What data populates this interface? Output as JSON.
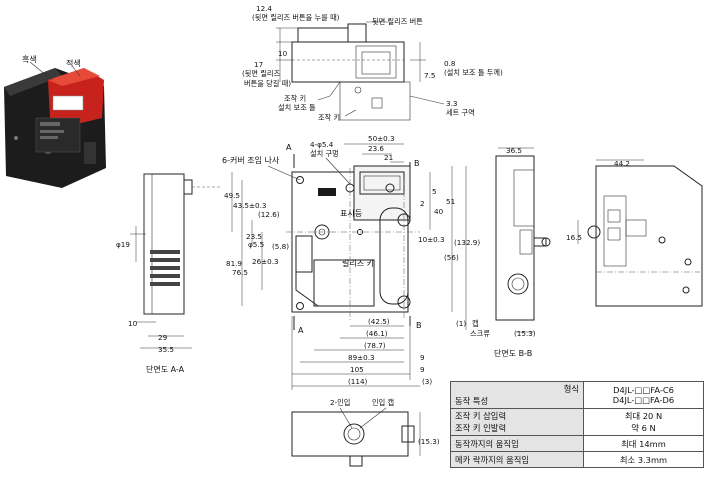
{
  "photo": {
    "label_black": "흑색",
    "label_red": "적색"
  },
  "top_view": {
    "dim_12_4": "12.4",
    "note_push": "(뒷면 릴리즈 버튼을 누를 때)",
    "rear_release_button": "뒷면 릴리즈 버튼",
    "dim_10": "10",
    "dim_17": "17",
    "note_pull_1": "(뒷면 릴리즈",
    "note_pull_2": "버튼을 당길 때)",
    "dim_0_8": "0.8",
    "note_plate_thickness": "(설치 보조 틀 두께)",
    "dim_7_5": "7.5",
    "key_plate_1": "조작 키",
    "key_plate_2": "설치 보조 틀",
    "operation_key": "조작 키",
    "dim_3_3": "3.3",
    "set_hole": "세트 구역"
  },
  "front_view": {
    "cover_screws": "6-커버 조임 나사",
    "mounting_holes_1": "4-φ5.4",
    "mounting_holes_2": "설치 구멍",
    "dim_50": "50±0.3",
    "dim_23_6": "23.6",
    "dim_21": "21",
    "dim_49_5": "49.5",
    "dim_43_5": "43.5±0.3",
    "dim_12_6": "(12.6)",
    "dim_23_5": "23.5",
    "dim_5_8": "(5.8)",
    "dim_9_5": "φ5.5",
    "dim_26": "26±0.3",
    "dim_81_9": "81.9",
    "dim_76_5": "76.5",
    "indicator": "표시등",
    "release_key": "릴리즈 키",
    "dim_5": "5",
    "dim_2": "2",
    "dim_40": "40",
    "dim_51": "51",
    "dim_10r": "10±0.3",
    "dim_56": "(56)",
    "dim_132_9": "(132.9)",
    "dim_42_5": "(42.5)",
    "dim_46_1": "(46.1)",
    "dim_78_7": "(78.7)",
    "dim_89": "89±0.3",
    "dim_105": "105",
    "dim_114": "(114)",
    "dim_9": "9",
    "dim_3": "(3)",
    "dim_1": "(1)",
    "cap_screw_1": "캡",
    "cap_screw_2": "스크류",
    "sec_A_top": "A",
    "sec_A_bot": "A",
    "sec_B_top": "B",
    "sec_B_bot": "B"
  },
  "section_aa": {
    "dim_19": "φ19",
    "dim_10": "10",
    "dim_29": "29",
    "dim_35_5": "35.5",
    "caption": "단면도 A-A"
  },
  "section_bb": {
    "dim_36_5": "36.5",
    "dim_15_3": "(15.3)",
    "caption": "단면도 B-B"
  },
  "right_view": {
    "dim_44_2": "44.2",
    "dim_16_5": "16.5"
  },
  "bottom_view": {
    "conduit": "2-인입",
    "cap": "인입 캡",
    "dim_15_3": "(15.3)"
  },
  "spec_table": {
    "type_label": "형식",
    "feature_label": "동작 특성",
    "model_c6": "D4JL-□□FA-C6",
    "model_d6": "D4JL-□□FA-D6",
    "insert_force": "조작 키 삽입력",
    "pull_force": "조작 키 인발력",
    "insert_value": "최대 20 N",
    "pull_value": "약 6 N",
    "travel_label": "동작까지의 움직임",
    "travel_value": "최대 14mm",
    "mech_travel_label": "메카 락까지의 움직임",
    "mech_travel_value": "최소 3.3mm"
  }
}
